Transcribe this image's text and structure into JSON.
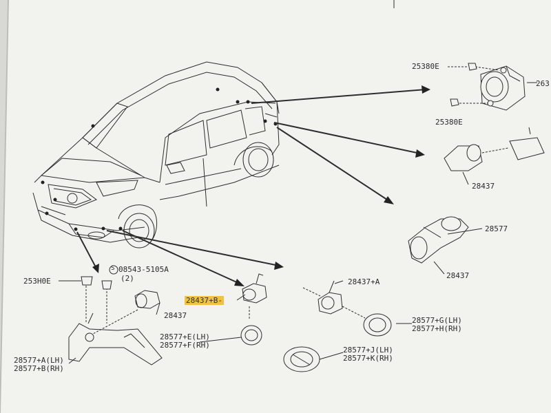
{
  "labels": {
    "p_25380e_top": "25380E",
    "p_263_cut": "263",
    "p_25380e_bottom": "25380E",
    "p_28437_right_upper": "28437",
    "p_28577_right_mid": "28577",
    "p_28437_right_mid": "28437",
    "p_08543": "08543-5105A",
    "p_08543_qty": "(2)",
    "p_25340e": "253H0E",
    "p_28437_left": "28437",
    "p_28437b_highlight": "28437+B",
    "p_28437a": "28437+A",
    "p_28577_e": "28577+E(LH)",
    "p_28577_f": "28577+F(RH)",
    "p_28577_g": "28577+G(LH)",
    "p_28577_h": "28577+H(RH)",
    "p_28577_j": "28577+J(LH)",
    "p_28577_k": "28577+K(RH)",
    "p_28577_a": "28577+A(LH)",
    "p_28577_b": "28577+B(RH)"
  },
  "colors": {
    "paper": "#f2f2ee",
    "background": "#d8d8d4",
    "ink": "#2d2d2d",
    "highlight": "#f0c240"
  },
  "symbols": {
    "screw_circle": "S"
  }
}
